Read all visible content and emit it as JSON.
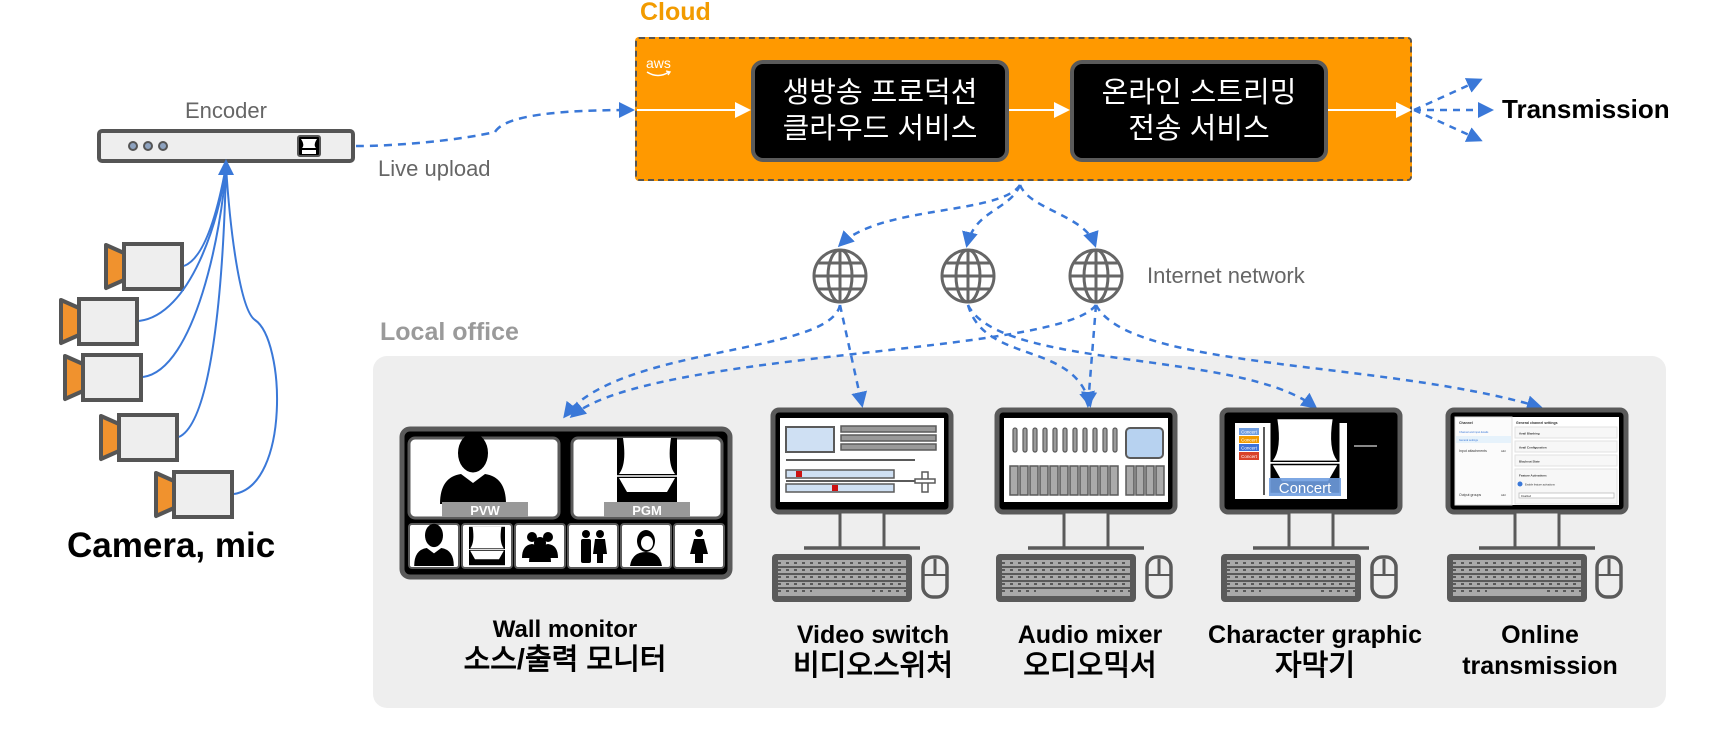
{
  "sections": {
    "cloud": "Cloud",
    "local_office": "Local office"
  },
  "cloud": {
    "provider_logo": "aws",
    "services": [
      {
        "label": "생방송 프로덕션\n클라우드 서비스"
      },
      {
        "label": "온라인 스트리밍\n전송 서비스"
      }
    ],
    "output_label": "Transmission"
  },
  "encoder": {
    "label": "Encoder",
    "upload_label": "Live upload"
  },
  "sources": {
    "label": "Camera, mic",
    "camera_count": 5
  },
  "network": {
    "label": "Internet network",
    "globe_count": 3
  },
  "devices": {
    "wall_monitor": {
      "label_en": "Wall monitor",
      "label_ko": "소스/출력 모니터",
      "preview_tag": "PVW",
      "program_tag": "PGM"
    },
    "video_switch": {
      "label_en": "Video switch",
      "label_ko": "비디오스위처"
    },
    "audio_mixer": {
      "label_en": "Audio mixer",
      "label_ko": "오디오믹서"
    },
    "character_graphic": {
      "label_en": "Character graphic",
      "label_ko": "자막기",
      "caption_text": "Concert",
      "layer_labels": [
        "Concert",
        "Concert",
        "Concert",
        "Concert"
      ],
      "layer_colors": [
        "#6f9de0",
        "#f29b00",
        "#3d72d9",
        "#d9432b"
      ]
    },
    "online_transmission": {
      "label_en": "Online",
      "label_en2": "transmission",
      "screen": {
        "sidebar_title": "Channel",
        "sidebar_items": [
          "Channel and input details",
          "General settings"
        ],
        "input_attachments": "Input attachments",
        "output_groups": "Output groups",
        "add_button": "Add",
        "panel_title": "General channel settings",
        "accordion": [
          "Avail Blanking",
          "Avail Configuration",
          "Blackout Slate",
          "Feature Activations"
        ],
        "toggle_label": "Enable feature activations",
        "select_value": "Disabled"
      }
    }
  },
  "colors": {
    "cloud_orange": "#ff9900",
    "cloud_title": "#f29b00",
    "link_blue": "#3a78d8",
    "device_grey": "#5a5a5a",
    "panel_grey": "#eeeeee",
    "camera_orange": "#f0922e"
  }
}
